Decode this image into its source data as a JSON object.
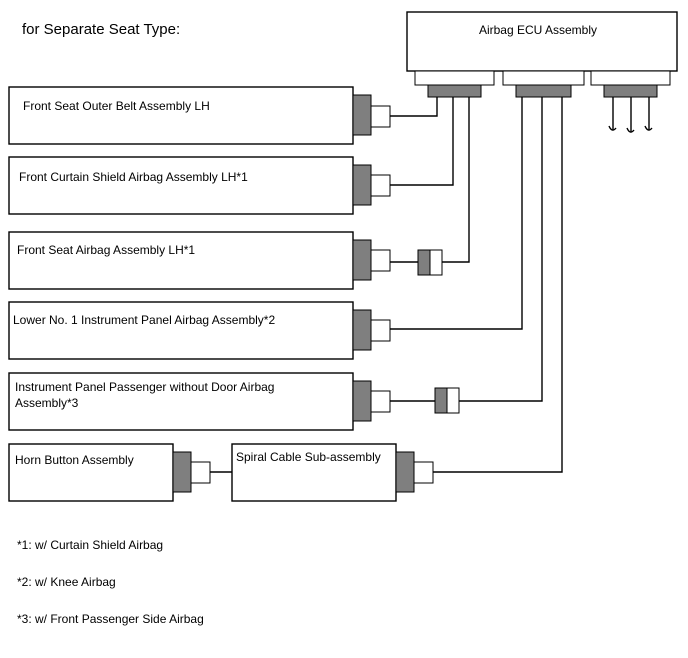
{
  "heading": "for Separate Seat Type:",
  "ecu": {
    "label": "Airbag ECU Assembly"
  },
  "components": {
    "outer_belt": "Front Seat Outer Belt Assembly LH",
    "curtain_shield": "Front Curtain Shield Airbag Assembly LH*1",
    "seat_airbag": "Front Seat Airbag Assembly LH*1",
    "knee_airbag": "Lower No. 1 Instrument Panel Airbag Assembly*2",
    "passenger_line1": "Instrument Panel Passenger without Door Airbag",
    "passenger_line2": "Assembly*3",
    "horn_button": "Horn Button Assembly",
    "spiral_cable": "Spiral Cable Sub-assembly"
  },
  "notes": [
    "*1: w/ Curtain Shield Airbag",
    "*2: w/ Knee Airbag",
    "*3: w/ Front Passenger Side Airbag"
  ]
}
